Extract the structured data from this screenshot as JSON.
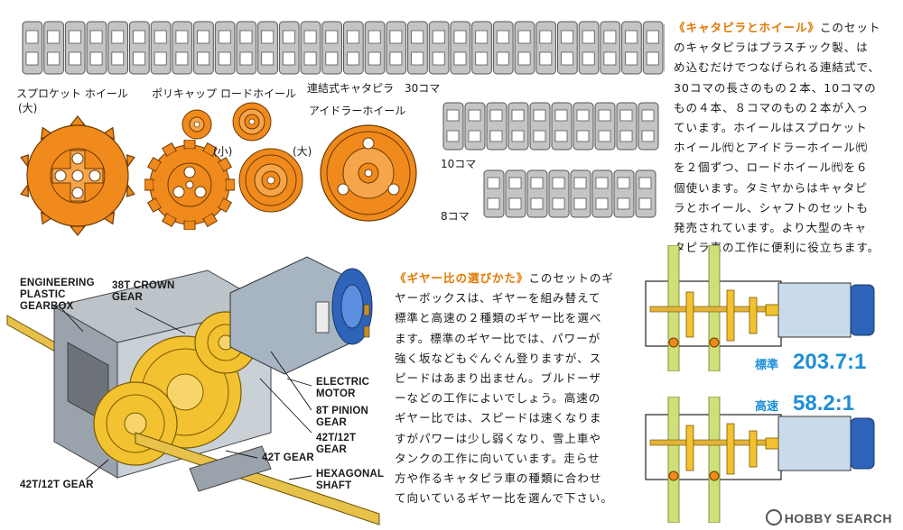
{
  "track_section": {
    "heading": "《キャタピラとホイール》",
    "body_lines": [
      "このセット",
      "のキャタピラはプラスチック製、は",
      "め込むだけでつなげられる連結式で、",
      "30コマの長さのもの２本、10コマの",
      "もの４本、８コマのもの２本が入っ",
      "ています。ホイールはスプロケット",
      "ホイール㈹とアイドラーホイール㈹",
      "を２個ずつ、ロードホイール㈹を６",
      "個使います。タミヤからはキャタピ",
      "ラとホイール、シャフトのセットも",
      "発売されています。より大型のキャ",
      "タピラ車の工作に便利に役立ちます。"
    ],
    "labels": {
      "sprocket": "スプロケット ホイール",
      "sprocket_size": "(大)",
      "polycap": "ポリキャップ",
      "road_wheel": "ロードホイール",
      "small": "(小)",
      "large": "(大)",
      "track30": "連結式キャタピラ　30コマ",
      "idler": "アイドラーホイール",
      "track10": "10コマ",
      "track8": "8コマ"
    }
  },
  "gear_section": {
    "heading": "《ギヤー比の選びかた》",
    "body_lines": [
      "このセットのギ",
      "ヤーボックスは、ギヤーを組み替えて",
      "標準と高速の２種類のギヤー比を選べ",
      "ます。標準のギヤー比では、パワーが",
      "強く坂などもぐんぐん登りますが、ス",
      "ピードはあまり出ません。ブルドーザ",
      "ーなどの工作によいでしょう。高速の",
      "ギヤー比では、スピードは速くなりま",
      "すがパワーは少し弱くなり、雪上車や",
      "タンクの工作に向いています。走らせ",
      "方や作るキャタピラ車の種類に合わせ",
      "て向いているギヤー比を選んで下さい。"
    ],
    "labels": {
      "engineering_1": "ENGINEERING",
      "engineering_2": "PLASTIC",
      "engineering_3": "GEARBOX",
      "crown_1": "38T CROWN",
      "crown_2": "GEAR",
      "motor_1": "ELECTRIC",
      "motor_2": "MOTOR",
      "pinion_1": "8T PINION",
      "pinion_2": "GEAR",
      "gear4212_1": "42T/12T",
      "gear4212_2": "GEAR",
      "gear42": "42T GEAR",
      "hex_1": "HEXAGONAL",
      "hex_2": "SHAFT",
      "gear4212_left": "42T/12T GEAR"
    },
    "ratios": [
      {
        "name": "標準",
        "value": "203.7:1"
      },
      {
        "name": "高速",
        "value": "58.2:1"
      }
    ]
  },
  "watermark": "HOBBY SEARCH",
  "colors": {
    "orange": "#f08a1c",
    "track_gray": "#bdbdbd",
    "blue": "#1f8fd6",
    "gear_gold": "#f2c230",
    "heading": "#e07800"
  }
}
